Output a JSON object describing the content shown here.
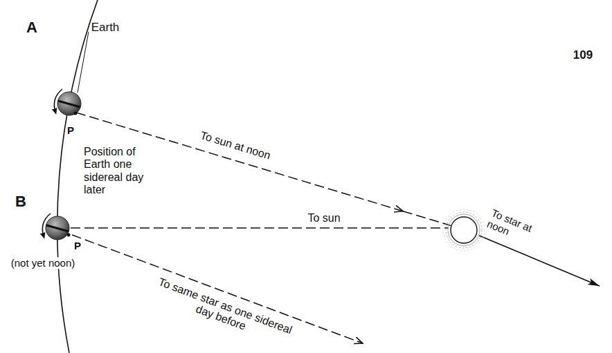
{
  "diagram": {
    "labels": [
      "A",
      "Earth",
      "P",
      "109",
      "To sun at noon",
      "Position of Earth one sidereal day later",
      "B",
      "To sun",
      "To star at noon",
      "P",
      "(not yet noon)",
      "To same star as one sidereal day before"
    ]
  }
}
